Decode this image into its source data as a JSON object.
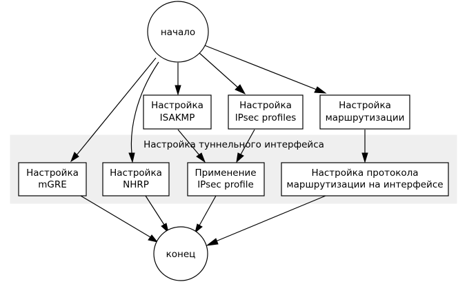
{
  "diagram": {
    "cluster_label": "Настройка туннельного интерфейса",
    "colors": {
      "cluster_fill": "#efefef",
      "line": "#000000",
      "node_fill": "#ffffff"
    },
    "nodes": {
      "start": "начало",
      "end": "конец",
      "isakmp": [
        "Настройка",
        "ISAKMP"
      ],
      "ipsec_profiles": [
        "Настройка",
        "IPsec profiles"
      ],
      "routing": [
        "Настройка",
        "маршрутизации"
      ],
      "mgre": [
        "Настройка",
        "mGRE"
      ],
      "nhrp": [
        "Настройка",
        "NHRP"
      ],
      "apply_ipsec": [
        "Применение",
        "IPsec profile"
      ],
      "routing_protocol": [
        "Настройка протокола",
        "маршрутизации на интерфейсе"
      ]
    }
  }
}
